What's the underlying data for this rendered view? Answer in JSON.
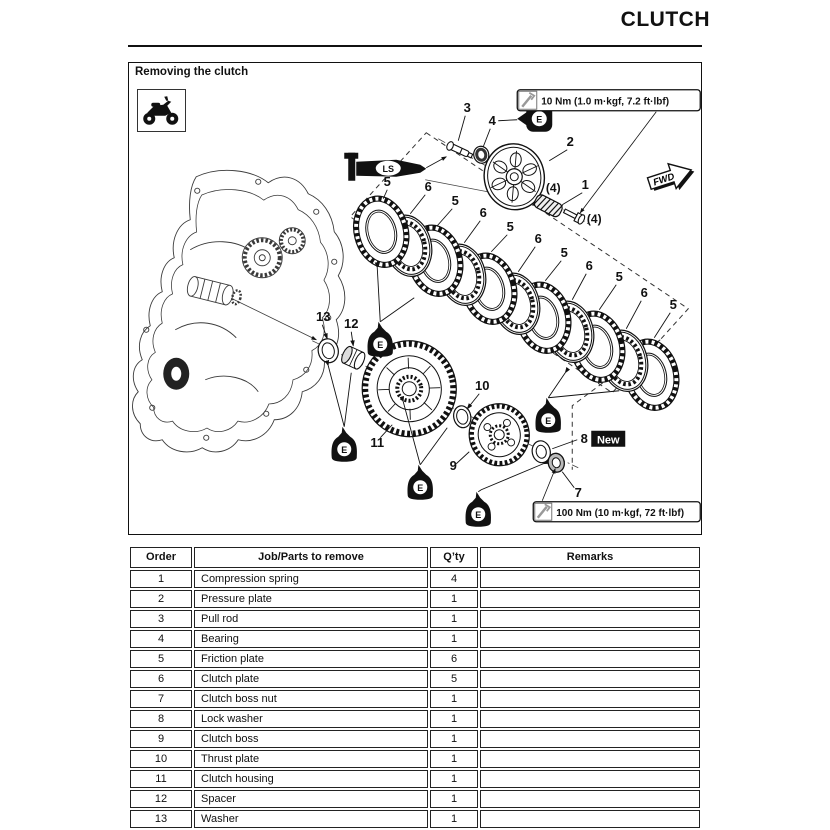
{
  "page": {
    "title": "CLUTCH"
  },
  "panel": {
    "heading": "Removing the clutch"
  },
  "diagram": {
    "torque_top": "10 Nm (1.0 m·kgf, 7.2 ft·lbf)",
    "torque_bottom": "100 Nm (10 m·kgf, 72 ft·lbf)",
    "fwd_label": "FWD",
    "new_label": "New",
    "qty4": "(4)",
    "symbols": {
      "oil": "E",
      "grease": "LS"
    },
    "callouts": {
      "n1": "1",
      "n2": "2",
      "n3": "3",
      "n4": "4",
      "n5": "5",
      "n6": "6",
      "n7": "7",
      "n8": "8",
      "n9": "9",
      "n10": "10",
      "n11": "11",
      "n12": "12",
      "n13": "13"
    }
  },
  "table": {
    "headers": [
      "Order",
      "Job/Parts to remove",
      "Q’ty",
      "Remarks"
    ],
    "rows": [
      [
        "1",
        "Compression spring",
        "4",
        ""
      ],
      [
        "2",
        "Pressure plate",
        "1",
        ""
      ],
      [
        "3",
        "Pull rod",
        "1",
        ""
      ],
      [
        "4",
        "Bearing",
        "1",
        ""
      ],
      [
        "5",
        "Friction plate",
        "6",
        ""
      ],
      [
        "6",
        "Clutch plate",
        "5",
        ""
      ],
      [
        "7",
        "Clutch boss nut",
        "1",
        ""
      ],
      [
        "8",
        "Lock washer",
        "1",
        ""
      ],
      [
        "9",
        "Clutch boss",
        "1",
        ""
      ],
      [
        "10",
        "Thrust plate",
        "1",
        ""
      ],
      [
        "11",
        "Clutch housing",
        "1",
        ""
      ],
      [
        "12",
        "Spacer",
        "1",
        ""
      ],
      [
        "13",
        "Washer",
        "1",
        ""
      ]
    ]
  }
}
